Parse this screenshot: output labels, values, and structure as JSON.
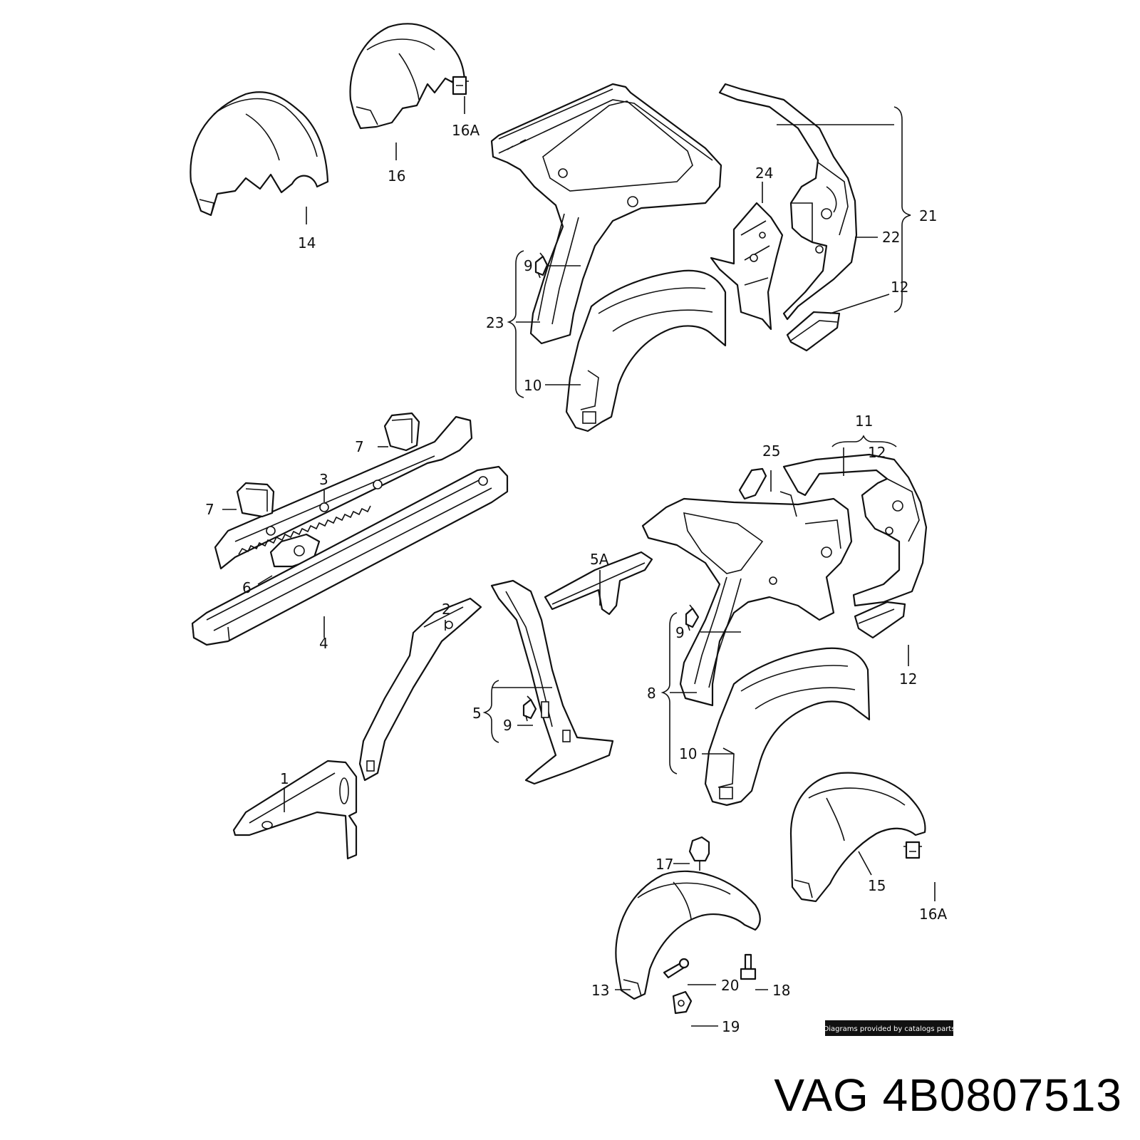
{
  "callouts": {
    "c14": "14",
    "c16": "16",
    "c16a_top": "16A",
    "c21": "21",
    "c22": "22",
    "c24": "24",
    "c12_top": "12",
    "c9_top": "9",
    "c23": "23",
    "c10_top": "10",
    "c7_top": "7",
    "c3": "3",
    "c7_left": "7",
    "c6": "6",
    "c4": "4",
    "c5a": "5A",
    "c2": "2",
    "c5": "5",
    "c9_mid": "9",
    "c1": "1",
    "c11": "11",
    "c12_mid": "12",
    "c25": "25",
    "c9_right": "9",
    "c8": "8",
    "c12_right": "12",
    "c10_bottom": "10",
    "c17": "17",
    "c15": "15",
    "c16a_bottom": "16A",
    "c13": "13",
    "c20": "20",
    "c18": "18",
    "c19": "19"
  },
  "credit": "Diagrams provided by catalogs parts",
  "caption": {
    "brand": "VAG",
    "part_number": "4B0807513"
  }
}
